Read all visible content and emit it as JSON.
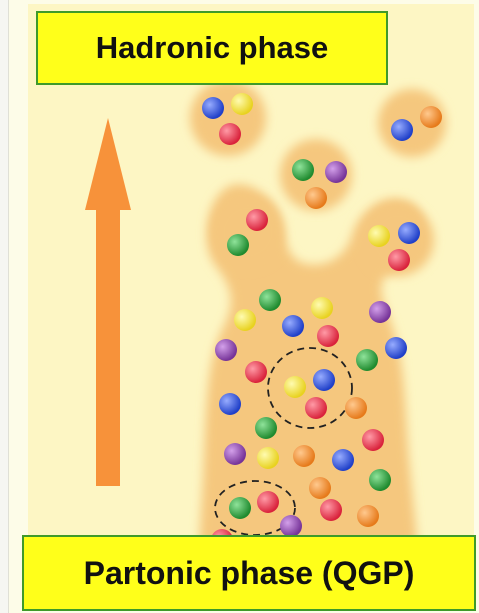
{
  "labels": {
    "top": "Hadronic phase",
    "bottom": "Partonic phase (QGP)"
  },
  "colors": {
    "background": "#fdfce8",
    "panel": "#fdf6c4",
    "blob": "#f5c77e",
    "arrow": "#f7923a",
    "label_fill": "#ffff1a",
    "label_border": "#3f9a2a",
    "quark_red": "#e8334a",
    "quark_green": "#2e9e3c",
    "quark_blue": "#2b4fd8",
    "quark_yellow": "#f2e23a",
    "quark_purple": "#8a46a8",
    "quark_orange": "#f08a2a"
  },
  "particle_colors": [
    "red",
    "green",
    "blue",
    "yellow",
    "purple",
    "orange"
  ]
}
